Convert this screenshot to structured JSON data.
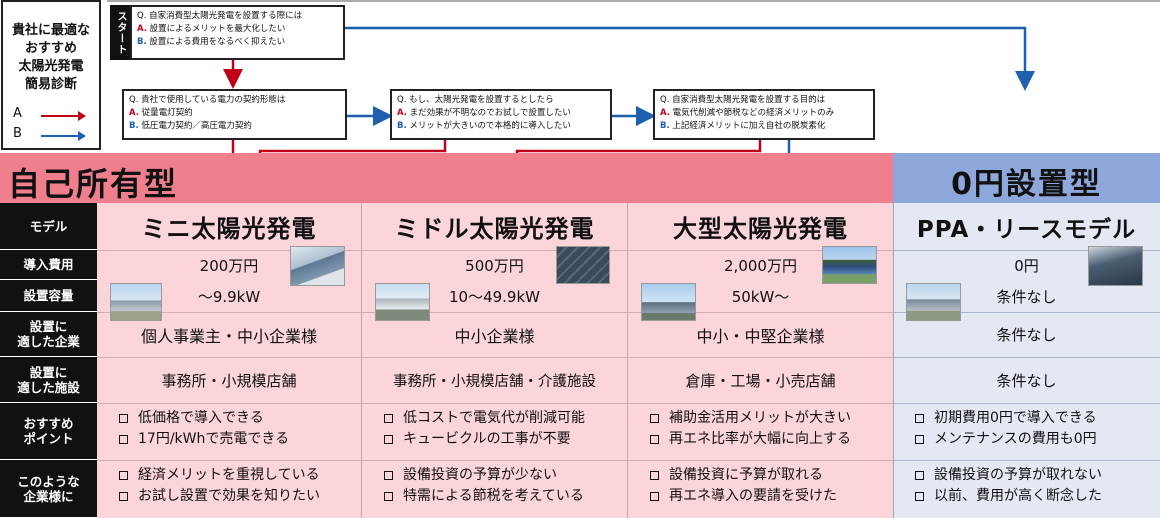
{
  "legend": {
    "title_lines": [
      "貴社に最適な",
      "おすすめ",
      "太陽光発電",
      "簡易診断"
    ],
    "a_label": "A",
    "b_label": "B",
    "a_color": "#c00018",
    "b_color": "#1f5fb0"
  },
  "start": {
    "tag": "スタート",
    "question": "Q. 自家消費型太陽光発電を設置する際には",
    "a_prefix": "A.",
    "a_text": "設置によるメリットを最大化したい",
    "b_prefix": "B.",
    "b_text": "設置による費用をなるべく抑えたい"
  },
  "q2": {
    "question": "Q. 貴社で使用している電力の契約形態は",
    "a_prefix": "A.",
    "a_text": "従量電灯契約",
    "b_prefix": "B.",
    "b_text": "低圧電力契約／高圧電力契約"
  },
  "q3": {
    "question": "Q. もし、太陽光発電を設置するとしたら",
    "a_prefix": "A.",
    "a_text": "まだ効果が不明なのでお試しで設置したい",
    "b_prefix": "B.",
    "b_text": "メリットが大きいので本格的に導入したい"
  },
  "q4": {
    "question": "Q. 自家消費型太陽光発電を設置する目的は",
    "a_prefix": "A.",
    "a_text": "電気代削減や節税などの経済メリットのみ",
    "b_prefix": "B.",
    "b_text": "上記経済メリットに加え自社の脱炭素化"
  },
  "sections": {
    "own": "自己所有型",
    "zero": "0円設置型"
  },
  "row_labels": {
    "model": "モデル",
    "cost": "導入費用",
    "capacity": "設置容量",
    "company_1": "設置に",
    "company_2": "適した企業",
    "facility_1": "設置に",
    "facility_2": "適した施設",
    "points_1": "おすすめ",
    "points_2": "ポイント",
    "target_1": "このような",
    "target_2": "企業様に"
  },
  "columns": [
    {
      "model": "ミニ太陽光発電",
      "cost": "200万円",
      "capacity": "～9.9kW",
      "company": "個人事業主・中小企業様",
      "facility": "事務所・小規模店舗",
      "points": [
        "低価格で導入できる",
        "17円/kWhで売電できる"
      ],
      "targets": [
        "経済メリットを重視している",
        "お試し設置で効果を知りたい"
      ]
    },
    {
      "model": "ミドル太陽光発電",
      "cost": "500万円",
      "capacity": "10～49.9kW",
      "company": "中小企業様",
      "facility": "事務所・小規模店舗・介護施設",
      "points": [
        "低コストで電気代が削減可能",
        "キュービクルの工事が不要"
      ],
      "targets": [
        "設備投資の予算が少ない",
        "特需による節税を考えている"
      ]
    },
    {
      "model": "大型太陽光発電",
      "cost": "2,000万円",
      "capacity": "50kW～",
      "company": "中小・中堅企業様",
      "facility": "倉庫・工場・小売店舗",
      "points": [
        "補助金活用メリットが大きい",
        "再エネ比率が大幅に向上する"
      ],
      "targets": [
        "設備投資に予算が取れる",
        "再エネ導入の要請を受けた"
      ]
    },
    {
      "model": "PPA・リースモデル",
      "cost": "0円",
      "capacity": "条件なし",
      "company": "条件なし",
      "facility": "条件なし",
      "points": [
        "初期費用0円で導入できる",
        "メンテナンスの費用も0円"
      ],
      "targets": [
        "設備投資の予算が取れない",
        "以前、費用が高く断念した"
      ]
    }
  ]
}
